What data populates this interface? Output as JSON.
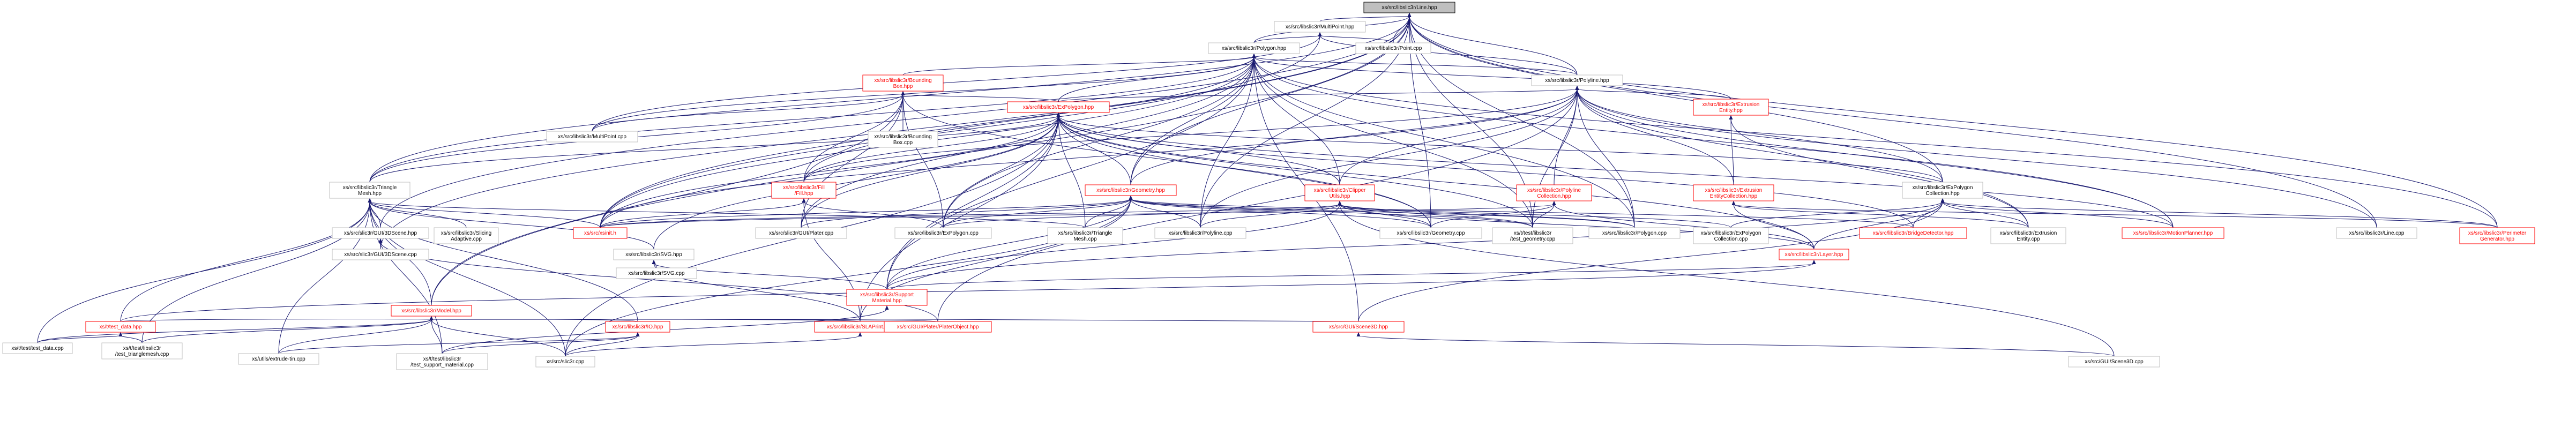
{
  "diagram": {
    "title": "",
    "colors": {
      "edge": "#191970",
      "node_border": "#bfbfbf",
      "root_fill": "#bfbfbf",
      "link_text": "#ff0000",
      "text": "#000000"
    },
    "nodes": [
      {
        "id": "n0",
        "lines": [
          "xs/src/libslic3r/Line.hpp"
        ],
        "root": true,
        "red": false
      },
      {
        "id": "n1",
        "lines": [
          "xs/src/libslic3r/MultiPoint.hpp"
        ],
        "red": false
      },
      {
        "id": "n2",
        "lines": [
          "xs/src/libslic3r/Polygon.hpp"
        ],
        "red": false
      },
      {
        "id": "n3",
        "lines": [
          "xs/src/libslic3r/Point.cpp"
        ],
        "red": false
      },
      {
        "id": "n4",
        "lines": [
          "xs/src/libslic3r/Bounding",
          "Box.hpp"
        ],
        "red": true
      },
      {
        "id": "n5",
        "lines": [
          "xs/src/libslic3r/Polyline.hpp"
        ],
        "red": false
      },
      {
        "id": "n6",
        "lines": [
          "xs/src/libslic3r/MultiPoint.cpp"
        ],
        "red": false
      },
      {
        "id": "n7",
        "lines": [
          "xs/src/libslic3r/Bounding",
          "Box.cpp"
        ],
        "red": false
      },
      {
        "id": "n8",
        "lines": [
          "xs/src/libslic3r/ExPolygon.hpp"
        ],
        "red": true
      },
      {
        "id": "n9",
        "lines": [
          "xs/src/libslic3r/Extrusion",
          "Entity.hpp"
        ],
        "red": true
      },
      {
        "id": "n10",
        "lines": [
          "xs/src/libslic3r/Triangle",
          "Mesh.hpp"
        ],
        "red": false
      },
      {
        "id": "n11",
        "lines": [
          "xs/src/libslic3r/Fill",
          "/Fill.hpp"
        ],
        "red": true
      },
      {
        "id": "n12",
        "lines": [
          "xs/src/libslic3r/Geometry.hpp"
        ],
        "red": true
      },
      {
        "id": "n13",
        "lines": [
          "xs/src/libslic3r/Clipper",
          "Utils.hpp"
        ],
        "red": true
      },
      {
        "id": "n14",
        "lines": [
          "xs/src/libslic3r/Polyline",
          "Collection.hpp"
        ],
        "red": true
      },
      {
        "id": "n15",
        "lines": [
          "xs/src/libslic3r/Extrusion",
          "EntityCollection.hpp"
        ],
        "red": true
      },
      {
        "id": "n16",
        "lines": [
          "xs/src/libslic3r/ExPolygon",
          "Collection.hpp"
        ],
        "red": false
      },
      {
        "id": "n17",
        "lines": [
          "xs/src/slic3r/GUI/3DScene.hpp"
        ],
        "red": false
      },
      {
        "id": "n18",
        "lines": [
          "xs/src/libslic3r/Slicing",
          "Adaptive.cpp"
        ],
        "red": false
      },
      {
        "id": "n19",
        "lines": [
          "xs/src/xsinit.h"
        ],
        "red": true
      },
      {
        "id": "n20",
        "lines": [
          "xs/src/libslic3r/SVG.hpp"
        ],
        "red": false
      },
      {
        "id": "n21",
        "lines": [
          "xs/src/libslic3r/ExPolygon.cpp"
        ],
        "red": false
      },
      {
        "id": "n22",
        "lines": [
          "xs/src/libslic3r/Triangle",
          "Mesh.cpp"
        ],
        "red": false
      },
      {
        "id": "n23",
        "lines": [
          "xs/src/libslic3r/Polyline.cpp"
        ],
        "red": false
      },
      {
        "id": "n24",
        "lines": [
          "xs/src/libslic3r/Geometry.cpp"
        ],
        "red": false
      },
      {
        "id": "n25",
        "lines": [
          "xs/t/test/libslic3r",
          "/test_geometry.cpp"
        ],
        "red": false
      },
      {
        "id": "n26",
        "lines": [
          "xs/src/libslic3r/Polygon.cpp"
        ],
        "red": false
      },
      {
        "id": "n27",
        "lines": [
          "xs/src/libslic3r/ExPolygon",
          "Collection.cpp"
        ],
        "red": false
      },
      {
        "id": "n28",
        "lines": [
          "xs/src/libslic3r/Layer.hpp"
        ],
        "red": true
      },
      {
        "id": "n29",
        "lines": [
          "xs/src/libslic3r/BridgeDetector.hpp"
        ],
        "red": true
      },
      {
        "id": "n30",
        "lines": [
          "xs/src/libslic3r/Extrusion",
          "Entity.cpp"
        ],
        "red": false
      },
      {
        "id": "n31",
        "lines": [
          "xs/src/libslic3r/MotionPlanner.hpp"
        ],
        "red": true
      },
      {
        "id": "n32",
        "lines": [
          "xs/src/libslic3r/Line.cpp"
        ],
        "red": false
      },
      {
        "id": "n33",
        "lines": [
          "xs/src/libslic3r/Perimeter",
          "Generator.hpp"
        ],
        "red": true
      },
      {
        "id": "n34",
        "lines": [
          "xs/src/slic3r/GUI/Plater.cpp"
        ],
        "red": false
      },
      {
        "id": "n35",
        "lines": [
          "xs/src/slic3r/GUI/3DScene.cpp"
        ],
        "red": false
      },
      {
        "id": "n36",
        "lines": [
          "xs/src/libslic3r/SVG.cpp"
        ],
        "red": false
      },
      {
        "id": "n37",
        "lines": [
          "xs/src/libslic3r/Support",
          "Material.hpp"
        ],
        "red": true
      },
      {
        "id": "n38",
        "lines": [
          "xs/src/libslic3r/Model.hpp"
        ],
        "red": true
      },
      {
        "id": "n39",
        "lines": [
          "xs/t/test_data.hpp"
        ],
        "red": true
      },
      {
        "id": "n40",
        "lines": [
          "xs/src/libslic3r/IO.hpp"
        ],
        "red": true
      },
      {
        "id": "n41",
        "lines": [
          "xs/src/libslic3r/SLAPrint.hpp"
        ],
        "red": true
      },
      {
        "id": "n42",
        "lines": [
          "xs/src/GUI/Plater/PlaterObject.hpp"
        ],
        "red": true
      },
      {
        "id": "n43",
        "lines": [
          "xs/src/GUI/Scene3D.hpp"
        ],
        "red": true
      },
      {
        "id": "n44",
        "lines": [
          "xs/t/test/test_data.cpp"
        ],
        "red": false
      },
      {
        "id": "n45",
        "lines": [
          "xs/t/test/libslic3r",
          "/test_trianglemesh.cpp"
        ],
        "red": false
      },
      {
        "id": "n46",
        "lines": [
          "xs/utils/extrude-tin.cpp"
        ],
        "red": false
      },
      {
        "id": "n47",
        "lines": [
          "xs/t/test/libslic3r",
          "/test_support_material.cpp"
        ],
        "red": false
      },
      {
        "id": "n48",
        "lines": [
          "xs/src/slic3r.cpp"
        ],
        "red": false
      },
      {
        "id": "n49",
        "lines": [
          "xs/src/GUI/Scene3D.cpp"
        ],
        "red": false
      }
    ],
    "edges": [
      [
        "n0",
        "n1"
      ],
      [
        "n0",
        "n2"
      ],
      [
        "n0",
        "n3"
      ],
      [
        "n0",
        "n5"
      ],
      [
        "n0",
        "n10"
      ],
      [
        "n0",
        "n12"
      ],
      [
        "n0",
        "n16"
      ],
      [
        "n0",
        "n17"
      ],
      [
        "n0",
        "n19"
      ],
      [
        "n0",
        "n23"
      ],
      [
        "n0",
        "n24"
      ],
      [
        "n0",
        "n25"
      ],
      [
        "n0",
        "n26"
      ],
      [
        "n0",
        "n32"
      ],
      [
        "n0",
        "n33"
      ],
      [
        "n0",
        "n35"
      ],
      [
        "n0",
        "n38"
      ],
      [
        "n1",
        "n2"
      ],
      [
        "n1",
        "n3"
      ],
      [
        "n1",
        "n5"
      ],
      [
        "n1",
        "n6"
      ],
      [
        "n1",
        "n19"
      ],
      [
        "n2",
        "n4"
      ],
      [
        "n2",
        "n5"
      ],
      [
        "n2",
        "n8"
      ],
      [
        "n2",
        "n10"
      ],
      [
        "n2",
        "n12"
      ],
      [
        "n2",
        "n13"
      ],
      [
        "n2",
        "n19"
      ],
      [
        "n2",
        "n21"
      ],
      [
        "n2",
        "n25"
      ],
      [
        "n2",
        "n26"
      ],
      [
        "n2",
        "n33"
      ],
      [
        "n2",
        "n9"
      ],
      [
        "n2",
        "n6"
      ],
      [
        "n2",
        "n37"
      ],
      [
        "n2",
        "n31"
      ],
      [
        "n2",
        "n43"
      ],
      [
        "n2",
        "n11"
      ],
      [
        "n2",
        "n23"
      ],
      [
        "n2",
        "n34"
      ],
      [
        "n4",
        "n7"
      ],
      [
        "n4",
        "n6"
      ],
      [
        "n4",
        "n8"
      ],
      [
        "n4",
        "n10"
      ],
      [
        "n4",
        "n21"
      ],
      [
        "n4",
        "n38"
      ],
      [
        "n4",
        "n11"
      ],
      [
        "n4",
        "n24"
      ],
      [
        "n4",
        "n34"
      ],
      [
        "n5",
        "n8"
      ],
      [
        "n5",
        "n9"
      ],
      [
        "n5",
        "n12"
      ],
      [
        "n5",
        "n13"
      ],
      [
        "n5",
        "n14"
      ],
      [
        "n5",
        "n15"
      ],
      [
        "n5",
        "n16"
      ],
      [
        "n5",
        "n19"
      ],
      [
        "n5",
        "n23"
      ],
      [
        "n5",
        "n26"
      ],
      [
        "n5",
        "n30"
      ],
      [
        "n5",
        "n31"
      ],
      [
        "n5",
        "n32"
      ],
      [
        "n5",
        "n25"
      ],
      [
        "n5",
        "n11"
      ],
      [
        "n5",
        "n42"
      ],
      [
        "n8",
        "n10"
      ],
      [
        "n8",
        "n11"
      ],
      [
        "n8",
        "n12"
      ],
      [
        "n8",
        "n13"
      ],
      [
        "n8",
        "n16"
      ],
      [
        "n8",
        "n19"
      ],
      [
        "n8",
        "n21"
      ],
      [
        "n8",
        "n22"
      ],
      [
        "n8",
        "n24"
      ],
      [
        "n8",
        "n25"
      ],
      [
        "n8",
        "n28"
      ],
      [
        "n8",
        "n29"
      ],
      [
        "n8",
        "n31"
      ],
      [
        "n8",
        "n34"
      ],
      [
        "n8",
        "n37"
      ],
      [
        "n8",
        "n41"
      ],
      [
        "n8",
        "n48"
      ],
      [
        "n8",
        "n20"
      ],
      [
        "n9",
        "n15"
      ],
      [
        "n9",
        "n30"
      ],
      [
        "n10",
        "n17"
      ],
      [
        "n10",
        "n18"
      ],
      [
        "n10",
        "n19"
      ],
      [
        "n10",
        "n20"
      ],
      [
        "n10",
        "n38"
      ],
      [
        "n10",
        "n39"
      ],
      [
        "n10",
        "n40"
      ],
      [
        "n10",
        "n44"
      ],
      [
        "n10",
        "n45"
      ],
      [
        "n10",
        "n46"
      ],
      [
        "n10",
        "n47"
      ],
      [
        "n10",
        "n48"
      ],
      [
        "n10",
        "n22"
      ],
      [
        "n11",
        "n19"
      ],
      [
        "n11",
        "n21"
      ],
      [
        "n11",
        "n41"
      ],
      [
        "n12",
        "n19"
      ],
      [
        "n12",
        "n21"
      ],
      [
        "n12",
        "n22"
      ],
      [
        "n12",
        "n23"
      ],
      [
        "n12",
        "n24"
      ],
      [
        "n12",
        "n25"
      ],
      [
        "n12",
        "n34"
      ],
      [
        "n12",
        "n37"
      ],
      [
        "n12",
        "n41"
      ],
      [
        "n12",
        "n48"
      ],
      [
        "n12",
        "n26"
      ],
      [
        "n12",
        "n29"
      ],
      [
        "n13",
        "n19"
      ],
      [
        "n13",
        "n21"
      ],
      [
        "n13",
        "n23"
      ],
      [
        "n13",
        "n24"
      ],
      [
        "n13",
        "n26"
      ],
      [
        "n13",
        "n27"
      ],
      [
        "n13",
        "n28"
      ],
      [
        "n13",
        "n37"
      ],
      [
        "n13",
        "n49"
      ],
      [
        "n13",
        "n25"
      ],
      [
        "n14",
        "n19"
      ],
      [
        "n14",
        "n24"
      ],
      [
        "n14",
        "n25"
      ],
      [
        "n14",
        "n28"
      ],
      [
        "n15",
        "n28"
      ],
      [
        "n15",
        "n30"
      ],
      [
        "n15",
        "n33"
      ],
      [
        "n16",
        "n27"
      ],
      [
        "n16",
        "n28"
      ],
      [
        "n16",
        "n29"
      ],
      [
        "n16",
        "n30"
      ],
      [
        "n16",
        "n31"
      ],
      [
        "n16",
        "n33"
      ],
      [
        "n16",
        "n37"
      ],
      [
        "n16",
        "n43"
      ],
      [
        "n17",
        "n35"
      ],
      [
        "n17",
        "n42"
      ],
      [
        "n20",
        "n36"
      ],
      [
        "n20",
        "n37"
      ],
      [
        "n20",
        "n41"
      ],
      [
        "n28",
        "n37"
      ],
      [
        "n28",
        "n39"
      ],
      [
        "n37",
        "n47"
      ],
      [
        "n38",
        "n39"
      ],
      [
        "n38",
        "n40"
      ],
      [
        "n38",
        "n41"
      ],
      [
        "n38",
        "n42"
      ],
      [
        "n38",
        "n43"
      ],
      [
        "n38",
        "n44"
      ],
      [
        "n38",
        "n45"
      ],
      [
        "n38",
        "n46"
      ],
      [
        "n38",
        "n47"
      ],
      [
        "n38",
        "n48"
      ],
      [
        "n39",
        "n45"
      ],
      [
        "n39",
        "n44"
      ],
      [
        "n40",
        "n46"
      ],
      [
        "n40",
        "n47"
      ],
      [
        "n40",
        "n48"
      ],
      [
        "n41",
        "n48"
      ],
      [
        "n43",
        "n49"
      ]
    ]
  }
}
